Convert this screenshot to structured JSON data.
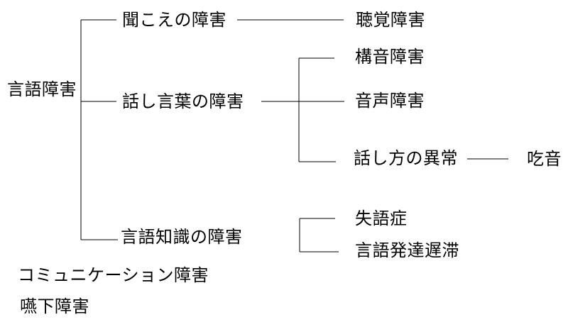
{
  "diagram": {
    "type": "tree",
    "line_color": "#000000",
    "text_color": "#000000",
    "background_color": "#ffffff",
    "root": {
      "label": "言語障害"
    },
    "branches": [
      {
        "label": "聞こえの障害",
        "children": [
          {
            "label": "聴覚障害"
          }
        ]
      },
      {
        "label": "話し言葉の障害",
        "children": [
          {
            "label": "構音障害"
          },
          {
            "label": "音声障害"
          },
          {
            "label": "話し方の異常",
            "children": [
              {
                "label": "吃音"
              }
            ]
          }
        ]
      },
      {
        "label": "言語知識の障害",
        "children": [
          {
            "label": "失語症"
          },
          {
            "label": "言語発達遅滞"
          }
        ]
      }
    ],
    "other_items": [
      {
        "label": "コミュニケーション障害"
      },
      {
        "label": "嚥下障害"
      }
    ]
  }
}
